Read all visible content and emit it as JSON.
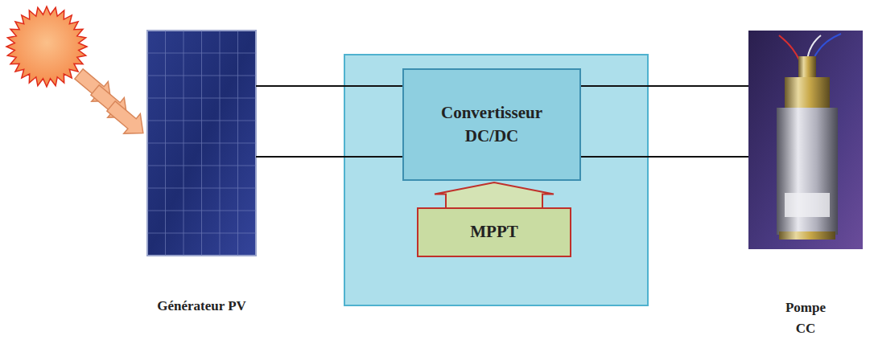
{
  "diagram": {
    "nodes": [
      {
        "text": [
          "Générateur PV"
        ]
      },
      {
        "text": [
          "Convertisseur DC/DC"
        ]
      },
      {
        "text": [
          "MPPT"
        ]
      },
      {
        "text": [
          "Pompe CC"
        ]
      }
    ],
    "edges": [
      {
        "from": 0,
        "to": 1,
        "arrow": "none"
      },
      {
        "from": 0,
        "to": 1,
        "arrow": "none"
      },
      {
        "from": 1,
        "to": 3,
        "arrow": "none"
      },
      {
        "from": 1,
        "to": 3,
        "arrow": "none"
      },
      {
        "from": 2,
        "to": 1,
        "arrow": "to"
      }
    ]
  }
}
